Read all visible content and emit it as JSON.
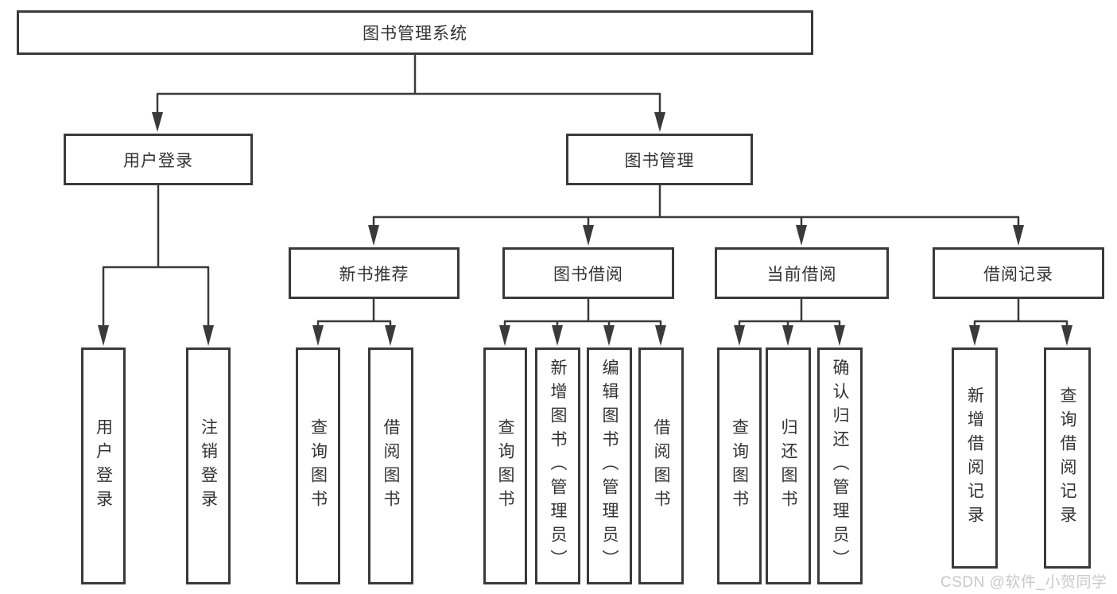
{
  "tree": {
    "root": {
      "label": "图书管理系统"
    },
    "branches": [
      {
        "label": "用户登录",
        "leaves": [
          "用户登录",
          "注销登录"
        ]
      },
      {
        "label": "图书管理",
        "groups": [
          {
            "label": "新书推荐",
            "leaves": [
              "查询图书",
              "借阅图书"
            ]
          },
          {
            "label": "图书借阅",
            "leaves": [
              "查询图书",
              "新增图书（管理员）",
              "编辑图书（管理员）",
              "借阅图书"
            ]
          },
          {
            "label": "当前借阅",
            "leaves": [
              "查询图书",
              "归还图书",
              "确认归还（管理员）"
            ]
          },
          {
            "label": "借阅记录",
            "leaves": [
              "新增借阅记录",
              "查询借阅记录"
            ]
          }
        ]
      }
    ]
  },
  "watermark": {
    "text": "CSDN @软件_小贺同学"
  },
  "colors": {
    "line": "#3a3a3a",
    "box_border": "#3a3a3a",
    "text": "#333333",
    "watermark": "#c9c9c9",
    "background": "#ffffff"
  }
}
